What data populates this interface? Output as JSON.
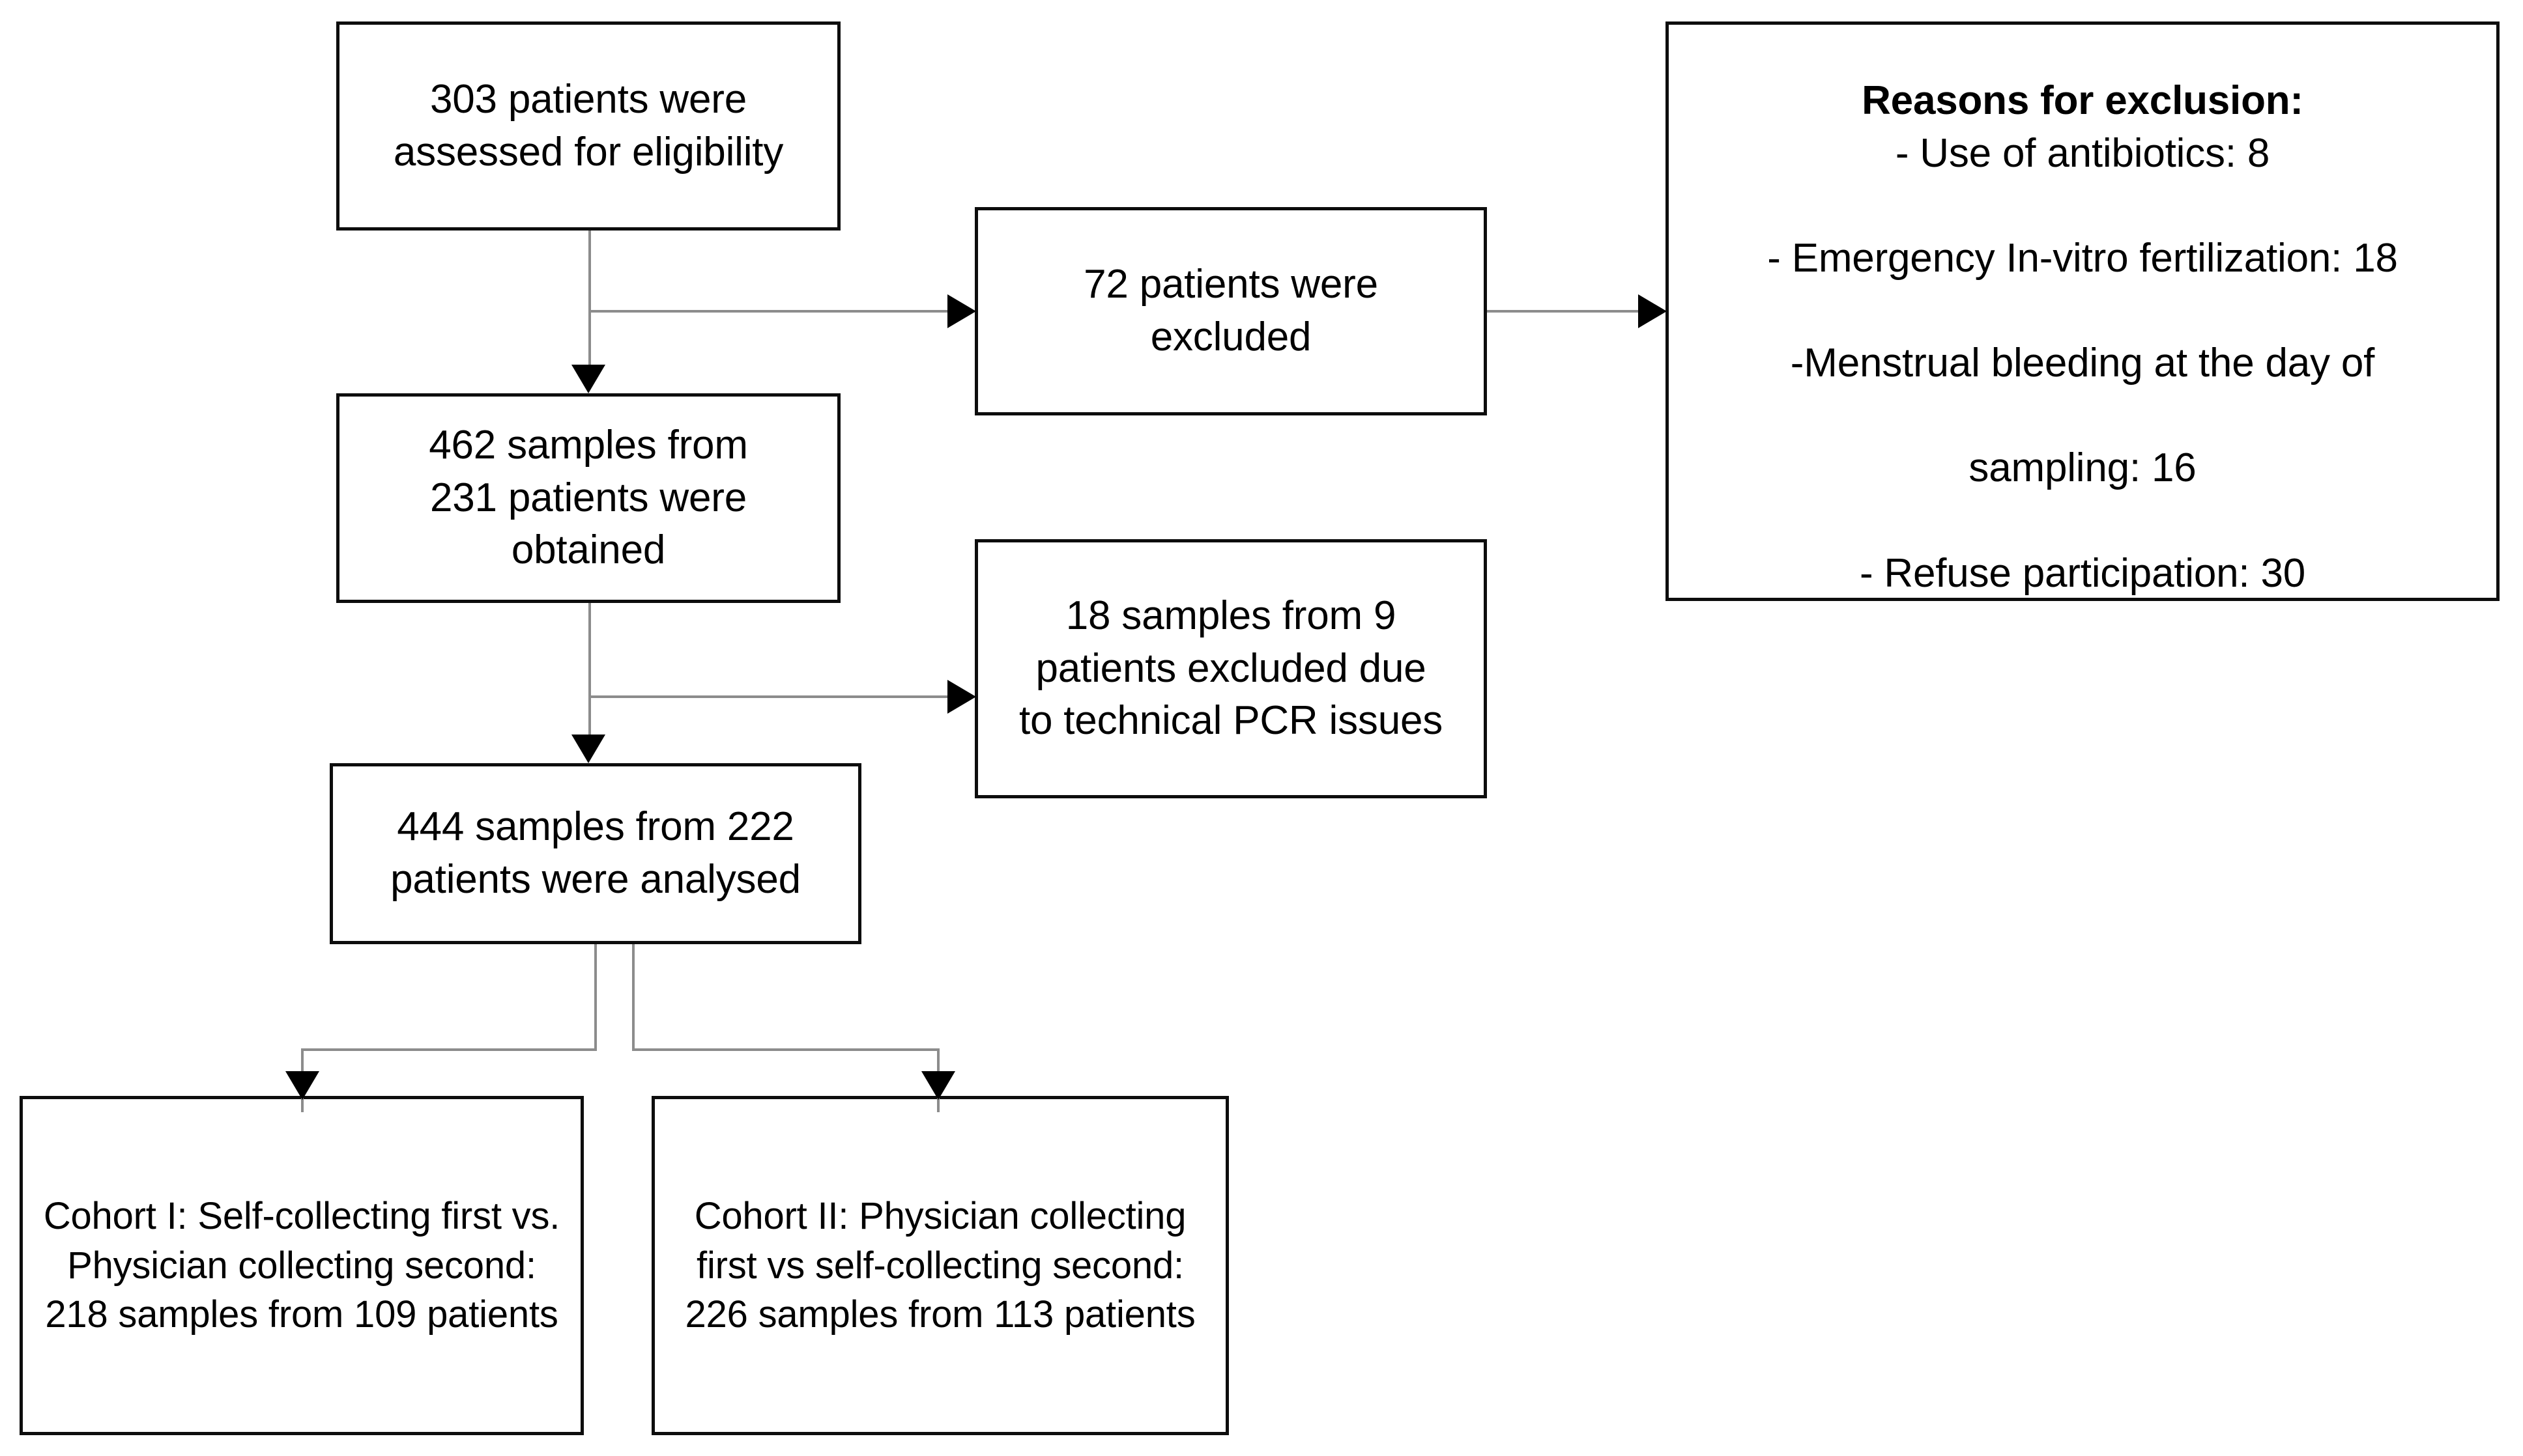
{
  "figure": {
    "type": "flowchart",
    "kind": "participant-flow-diagram",
    "orientation": "top-to-bottom",
    "background_color": "#ffffff",
    "box_border_color": "#0d0d0d",
    "connector_color": "#8c8c8c",
    "arrowhead_color": "#000000"
  },
  "nodes": {
    "assessed": {
      "id": "assessed",
      "text": "303 patients were\nassessed for eligibility",
      "value_patients": 303
    },
    "excluded_patients": {
      "id": "excluded_patients",
      "text": "72 patients were\nexcluded",
      "value_patients": 72
    },
    "exclusion_reasons": {
      "id": "exclusion_reasons",
      "title": "Reasons for exclusion:",
      "items": [
        "- Use of antibiotics: 8",
        "- Emergency In-vitro fertilization: 18",
        "-Menstrual bleeding at the day of",
        "sampling: 16",
        "- Refuse participation: 30"
      ],
      "counts": {
        "use_of_antibiotics": 8,
        "emergency_in_vitro_fertilization": 18,
        "menstrual_bleeding_at_the_day_of_sampling": 16,
        "refuse_participation": 30
      }
    },
    "obtained": {
      "id": "obtained",
      "text": "462 samples from\n231 patients were\nobtained",
      "value_samples": 462,
      "value_patients": 231
    },
    "pcr_excluded": {
      "id": "pcr_excluded",
      "text": "18 samples from 9\npatients excluded due\nto technical PCR issues",
      "value_samples": 18,
      "value_patients": 9
    },
    "analysed": {
      "id": "analysed",
      "text": "444 samples from 222\npatients were analysed",
      "value_samples": 444,
      "value_patients": 222
    },
    "cohort_1": {
      "id": "cohort_1",
      "text": "Cohort I: Self-collecting first vs.\nPhysician collecting second:\n218 samples from 109 patients",
      "label": "Cohort I",
      "design": "Self-collecting first vs. Physician collecting second",
      "value_samples": 218,
      "value_patients": 109
    },
    "cohort_2": {
      "id": "cohort_2",
      "text": "Cohort II: Physician collecting\nfirst vs self-collecting second:\n226 samples from 113 patients",
      "label": "Cohort II",
      "design": "Physician collecting first vs self-collecting second",
      "value_samples": 226,
      "value_patients": 113
    }
  },
  "edges": [
    {
      "from": "assessed",
      "to": "excluded_patients",
      "style": "elbow-right",
      "arrow": "right"
    },
    {
      "from": "assessed",
      "to": "obtained",
      "style": "straight-down",
      "arrow": "down"
    },
    {
      "from": "excluded_patients",
      "to": "exclusion_reasons",
      "style": "straight-right",
      "arrow": "right"
    },
    {
      "from": "obtained",
      "to": "pcr_excluded",
      "style": "elbow-right",
      "arrow": "right"
    },
    {
      "from": "obtained",
      "to": "analysed",
      "style": "straight-down",
      "arrow": "down"
    },
    {
      "from": "analysed",
      "to": "cohort_1",
      "style": "elbow-down-left",
      "arrow": "down"
    },
    {
      "from": "analysed",
      "to": "cohort_2",
      "style": "elbow-down-right",
      "arrow": "down"
    }
  ]
}
